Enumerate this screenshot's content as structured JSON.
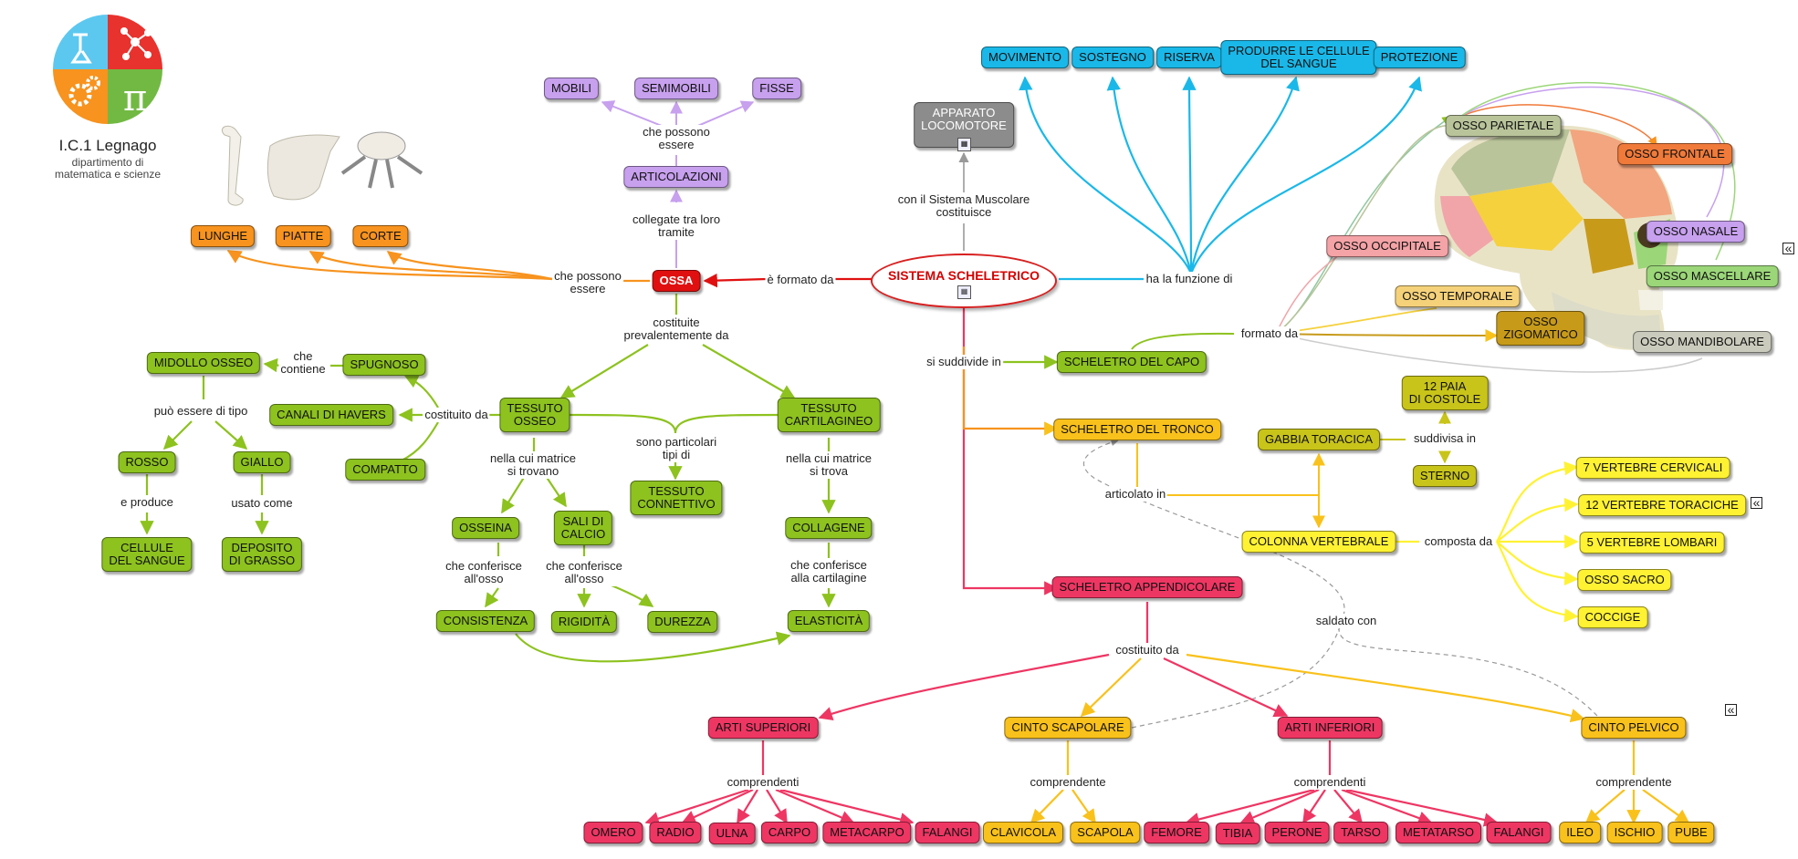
{
  "logo": {
    "title": "I.C.1 Legnago",
    "subtitle": "dipartimento di\nmatematica e scienze",
    "symbol": "π"
  },
  "central": {
    "label": "SISTEMA SCHELETRICO"
  },
  "nodes": {
    "apparato": "APPARATO\nLOCOMOTORE",
    "movimento": "MOVIMENTO",
    "sostegno": "SOSTEGNO",
    "riserva": "RISERVA",
    "produrre": "PRODURRE LE CELLULE\nDEL SANGUE",
    "protezione": "PROTEZIONE",
    "ossa": "OSSA",
    "mobili": "MOBILI",
    "semimobili": "SEMIMOBILI",
    "fisse": "FISSE",
    "articolazioni": "ARTICOLAZIONI",
    "lunghe": "LUNGHE",
    "piatte": "PIATTE",
    "corte": "CORTE",
    "tessuto_osseo": "TESSUTO\nOSSEO",
    "tessuto_cartilagineo": "TESSUTO\nCARTILAGINEO",
    "tessuto_connettivo": "TESSUTO\nCONNETTIVO",
    "midollo": "MIDOLLO OSSEO",
    "spugnoso": "SPUGNOSO",
    "havers": "CANALI DI HAVERS",
    "compatto": "COMPATTO",
    "rosso": "ROSSO",
    "giallo": "GIALLO",
    "cellule": "CELLULE\nDEL SANGUE",
    "deposito": "DEPOSITO\nDI GRASSO",
    "osseina": "OSSEINA",
    "sali": "SALI DI\nCALCIO",
    "collagene": "COLLAGENE",
    "consistenza": "CONSISTENZA",
    "rigidita": "RIGIDITÀ",
    "durezza": "DUREZZA",
    "elasticita": "ELASTICITÀ",
    "capo": "SCHELETRO DEL CAPO",
    "tronco": "SCHELETRO DEL TRONCO",
    "appendicolare": "SCHELETRO APPENDICOLARE",
    "parietale": "OSSO PARIETALE",
    "frontale": "OSSO FRONTALE",
    "occipitale": "OSSO OCCIPITALE",
    "nasale": "OSSO NASALE",
    "mascellare": "OSSO MASCELLARE",
    "temporale": "OSSO TEMPORALE",
    "zigomatico": "OSSO\nZIGOMATICO",
    "mandibolare": "OSSO MANDIBOLARE",
    "gabbia": "GABBIA TORACICA",
    "costole": "12 PAIA\nDI COSTOLE",
    "sterno": "STERNO",
    "colonna": "COLONNA VERTEBRALE",
    "cervicali": "7 VERTEBRE CERVICALI",
    "toraciche": "12 VERTEBRE TORACICHE",
    "lombari": "5 VERTEBRE LOMBARI",
    "sacro": "OSSO SACRO",
    "coccige": "COCCIGE",
    "arti_sup": "ARTI SUPERIORI",
    "cinto_scap": "CINTO SCAPOLARE",
    "arti_inf": "ARTI INFERIORI",
    "cinto_pelv": "CINTO PELVICO",
    "omero": "OMERO",
    "radio": "RADIO",
    "ulna": "ULNA",
    "carpo": "CARPO",
    "metacarpo": "METACARPO",
    "falangi1": "FALANGI",
    "clavicola": "CLAVICOLA",
    "scapola": "SCAPOLA",
    "femore": "FEMORE",
    "tibia": "TIBIA",
    "perone": "PERONE",
    "tarso": "TARSO",
    "metatarso": "METATARSO",
    "falangi2": "FALANGI",
    "ileo": "ILEO",
    "ischio": "ISCHIO",
    "pube": "PUBE"
  },
  "links": {
    "con_sistema": "con il Sistema Muscolare\ncostituisce",
    "ha_funzione": "ha la funzione di",
    "formato_da_ossa": "è formato da",
    "che_possono": "che possono\nessere",
    "che_possono_art": "che possono\nessere",
    "collegate": "collegate tra loro\ntramite",
    "costituite": "costituite\nprevalentemente da",
    "sono_particolari": "sono particolari\ntipi di",
    "nella_trovano": "nella cui matrice\nsi trovano",
    "nella_trova": "nella cui matrice\nsi trova",
    "costituito_da": "costituito da",
    "che_contiene": "che\ncontiene",
    "puo_essere": "può essere di tipo",
    "e_produce": "e produce",
    "usato_come": "usato come",
    "conferisce_osso1": "che conferisce\nall'osso",
    "conferisce_osso2": "che conferisce\nall'osso",
    "conferisce_cart": "che conferisce\nalla cartilagine",
    "si_suddivide": "si suddivide in",
    "formato_da_capo": "formato da",
    "articolato_in": "articolato in",
    "suddivisa_in": "suddivisa in",
    "composta_da": "composta da",
    "saldato_con": "saldato con",
    "costituito_da_app": "costituito da",
    "comprendenti1": "comprendenti",
    "comprendente2": "comprendente",
    "comprendenti3": "comprendenti",
    "comprendente4": "comprendente"
  },
  "colors": {
    "blue": "#1ab8e8",
    "purple": "#c7a0ee",
    "orange": "#f7931e",
    "green": "#8dc21f",
    "yellow_orange": "#f9c11b",
    "yellow": "#fff233",
    "red": "#ee3663",
    "olive": "#c8c41a",
    "central_red": "#d82020"
  },
  "icons": {
    "map_icon": "concept-map-icon",
    "collapse_icon": "«"
  }
}
